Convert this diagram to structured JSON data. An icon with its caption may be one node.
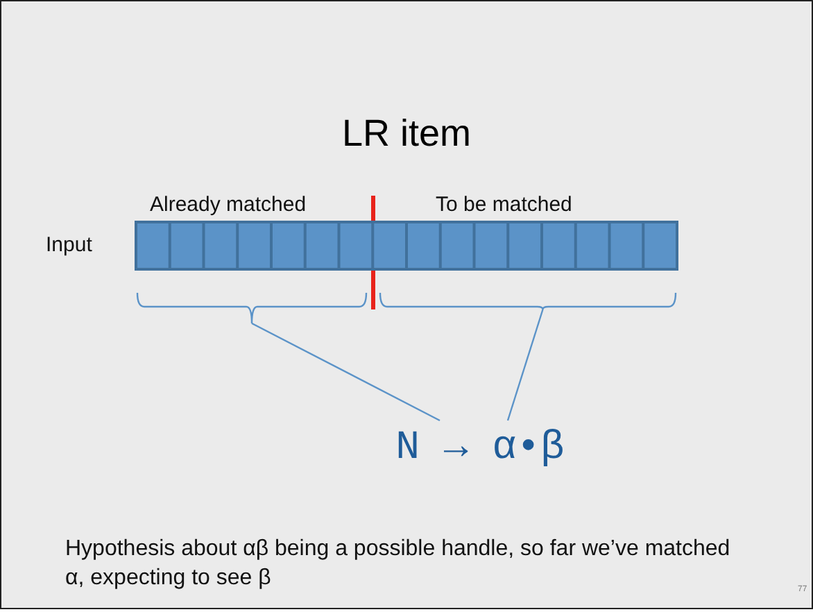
{
  "diagram": {
    "title": "LR item",
    "caption": "Hypothesis about αβ being a possible handle, so far we’ve matched α, expecting to see β",
    "nodes": [
      {
        "text": [],
        "shape": "bar",
        "beside": [
          "Input"
        ]
      },
      {
        "text": [],
        "shape": "brace"
      },
      {
        "text": [],
        "shape": "brace"
      },
      {
        "text": [
          "N → α•β"
        ]
      }
    ],
    "edges": [
      {
        "from": 1,
        "to": 3,
        "arrow": "none"
      },
      {
        "from": 2,
        "to": 3,
        "arrow": "none"
      }
    ],
    "labels": [
      "Already matched",
      "To be matched",
      "77"
    ]
  }
}
